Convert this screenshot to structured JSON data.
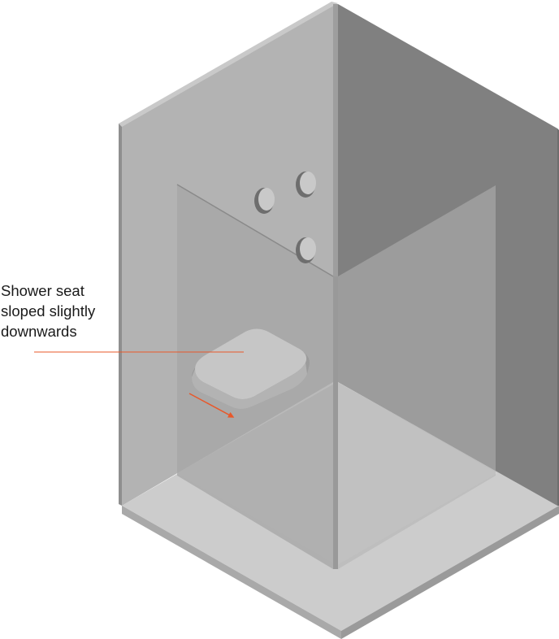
{
  "annotation": {
    "lines": [
      "Shower seat",
      "sloped slightly",
      "downwards"
    ]
  },
  "colors": {
    "accent": "#e8582a",
    "back_wall_left": "#b3b3b3",
    "back_wall_right": "#808080",
    "floor": "#cccccc",
    "glass_panel": "#a6a6a6",
    "seat": "#bdbdbd"
  },
  "icons": {
    "slope_arrow": "arrow-down-right-icon",
    "shower_control": "round-knob-icon"
  }
}
